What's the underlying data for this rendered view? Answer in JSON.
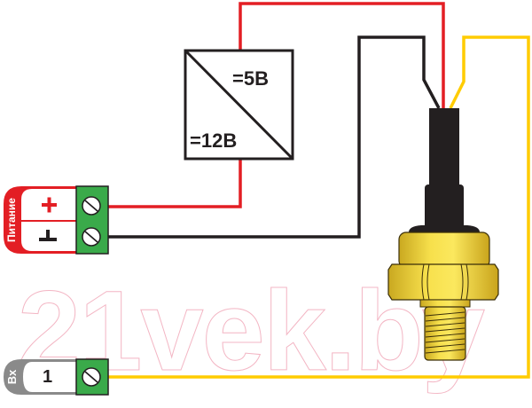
{
  "diagram": {
    "type": "wiring-diagram",
    "watermark": "21vek.by",
    "converter": {
      "output_label": "=5В",
      "input_label": "=12В"
    },
    "power_terminal": {
      "title": "Питание",
      "plus_label": "+",
      "minus_label": "−"
    },
    "input_terminal": {
      "title": "Вх",
      "channel_label": "1"
    },
    "wires": [
      {
        "name": "red-wire",
        "color": "#e31e24",
        "from": "converter",
        "to": "sensor"
      },
      {
        "name": "red-power-wire",
        "color": "#e31e24",
        "from": "power-plus",
        "to": "converter"
      },
      {
        "name": "black-wire",
        "color": "#231f20",
        "from": "power-minus",
        "to": "sensor"
      },
      {
        "name": "yellow-wire",
        "color": "#ffcc00",
        "from": "sensor",
        "to": "input-1"
      }
    ],
    "colors": {
      "terminal_green": "#3aaa4a",
      "power_red": "#e31e24",
      "input_gray": "#8a8a8a",
      "brass": "#f2d94a"
    }
  }
}
